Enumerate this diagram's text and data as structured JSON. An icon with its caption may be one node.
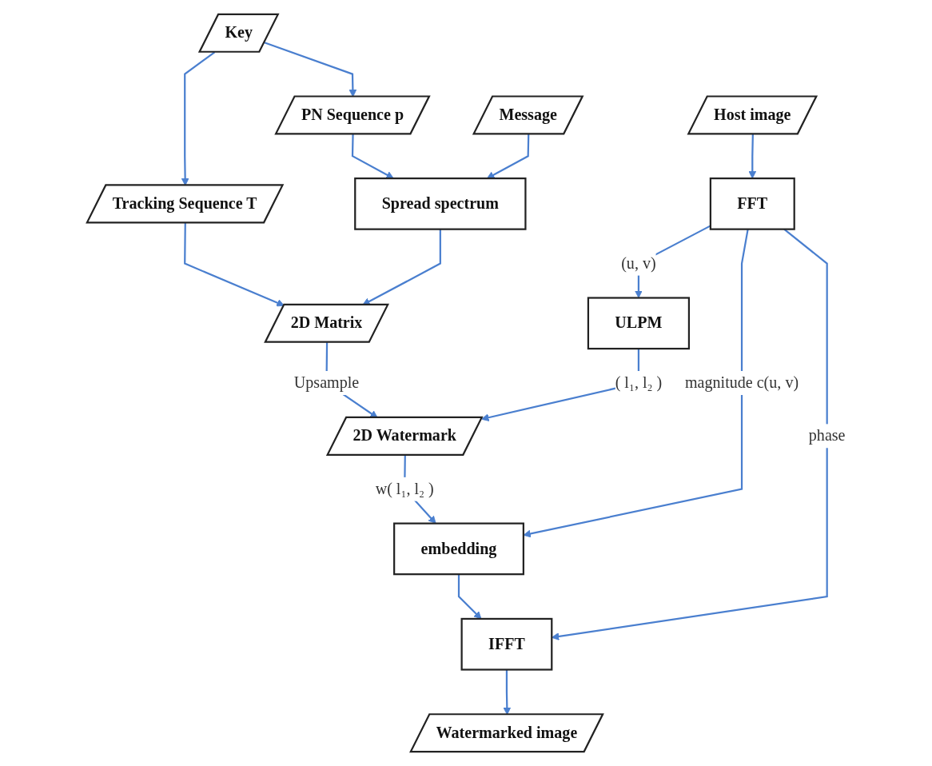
{
  "diagram": {
    "nodes": [
      {
        "text": [
          "Key"
        ]
      },
      {
        "text": [
          "Message"
        ]
      },
      {
        "text": [
          "Host image"
        ]
      },
      {
        "text": [
          "Tracking Sequence T"
        ]
      },
      {
        "text": [
          "PN Sequence p"
        ]
      },
      {
        "text": [
          "Spread spectrum"
        ]
      },
      {
        "text": [
          "FFT"
        ]
      },
      {
        "text": [
          "2D Matrix"
        ]
      },
      {
        "text": [
          "ULPM"
        ]
      },
      {
        "text": [
          "2D Watermark"
        ]
      },
      {
        "text": [
          "embedding"
        ]
      },
      {
        "text": [
          "IFFT"
        ]
      },
      {
        "text": [
          "Watermarked image"
        ]
      }
    ],
    "edges": [
      {
        "from": 0,
        "to": 3,
        "arrow": "to"
      },
      {
        "from": 0,
        "to": 4,
        "arrow": "to"
      },
      {
        "from": 4,
        "to": 5,
        "arrow": "to"
      },
      {
        "from": 1,
        "to": 5,
        "arrow": "to"
      },
      {
        "from": 2,
        "to": 6,
        "arrow": "to"
      },
      {
        "from": 3,
        "to": 7,
        "arrow": "to"
      },
      {
        "from": 5,
        "to": 7,
        "arrow": "to"
      },
      {
        "from": 6,
        "to": 8,
        "arrow": "to",
        "label": "(u, v)"
      },
      {
        "from": 7,
        "to": 9,
        "arrow": "to",
        "label": "Upsample"
      },
      {
        "from": 8,
        "to": 9,
        "arrow": "to",
        "label": "( l₁, l₂ )"
      },
      {
        "from": 9,
        "to": 10,
        "arrow": "to",
        "label": "w( l₁, l₂ )"
      },
      {
        "from": 6,
        "to": 10,
        "arrow": "to",
        "label": "magnitude c(u, v)"
      },
      {
        "from": 10,
        "to": 11,
        "arrow": "to"
      },
      {
        "from": 6,
        "to": 11,
        "arrow": "to",
        "label": "phase"
      },
      {
        "from": 11,
        "to": 12,
        "arrow": "to"
      }
    ]
  }
}
